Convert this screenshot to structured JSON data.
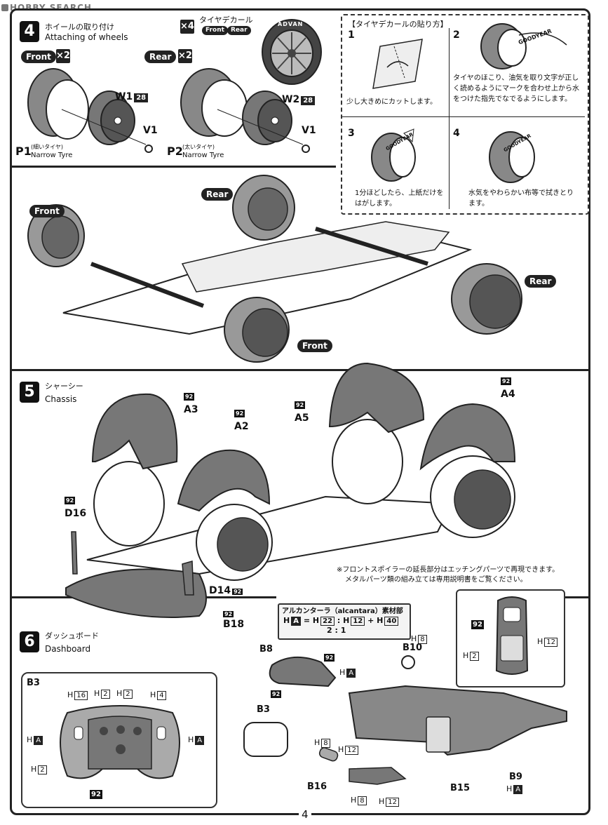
{
  "watermark": "HOBBY SEARCH",
  "page_number": "4",
  "step4": {
    "number": "4",
    "title_jp": "ホイールの取り付け",
    "title_en": "Attaching of wheels",
    "front_pill": "Front",
    "rear_pill": "Rear",
    "mult_front": "×2",
    "mult_rear": "×2",
    "w1": "W1",
    "w2": "W2",
    "tag28": "28",
    "v1": "V1",
    "p1": "P1",
    "p1_jp": "(細いタイヤ)",
    "p1_en": "Narrow Tyre",
    "p2": "P2",
    "p2_jp": "(太いタイヤ)",
    "p2_en": "Narrow Tyre",
    "decal_mult": "×4",
    "decal_title_jp": "タイヤデカール",
    "decal_front": "Front",
    "decal_rear": "Rear",
    "tire_text": "ADVAN",
    "assembly_rear": "Rear",
    "assembly_front": "Front",
    "assembly_rear2": "Rear",
    "assembly_front2": "Front"
  },
  "decal_guide": {
    "title": "【タイヤデカールの貼り方】",
    "steps": [
      {
        "n": "1",
        "text": "少し大きめにカットします。"
      },
      {
        "n": "2",
        "text": "タイヤのほこり、油気を取り文字が正しく読めるようにマークを合わせ上から水をつけた指先でなでるようにします。"
      },
      {
        "n": "3",
        "text": "1分ほどしたら、上紙だけをはがします。"
      },
      {
        "n": "4",
        "text": "水気をやわらかい布等で拭きとります。"
      }
    ],
    "brand": "GOODYEAR"
  },
  "step5": {
    "number": "5",
    "title_jp": "シャーシー",
    "title_en": "Chassis",
    "tag92": "92",
    "parts": {
      "a3": "A3",
      "a2": "A2",
      "a5": "A5",
      "a4": "A4",
      "d16": "D16",
      "d14": "D14",
      "b18": "B18"
    },
    "note1": "※フロントスポイラーの延長部分はエッチングパーツで再現できます。",
    "note2": "メタルパーツ類の組み立ては専用説明書をご覧ください。"
  },
  "step6": {
    "number": "6",
    "title_jp": "ダッシュボード",
    "title_en": "Dashboard",
    "alcantara_title": "アルカンターラ（alcantara）素材部",
    "formula_h": "H",
    "formula_a": "A",
    "formula_eq": "=",
    "formula_22": "22",
    "formula_12": "12",
    "formula_40": "40",
    "formula_colon": ":",
    "formula_plus": "+",
    "ratio": "2 : 1",
    "h": "H",
    "labels": {
      "h16": "16",
      "h2a": "2",
      "h2b": "2",
      "h4": "4",
      "ha_left": "A",
      "ha_right": "A",
      "h2_low": "2",
      "tag92": "92",
      "b3": "B3",
      "b3b": "B3",
      "b8": "B8",
      "b10": "B10",
      "h8_b10": "8",
      "ha_b8": "A",
      "h8": "8",
      "h12": "12",
      "h8b": "8",
      "h12b": "12",
      "b16": "B16",
      "b15": "B15",
      "b9": "B9",
      "ha_b9": "A",
      "inset_h12": "12",
      "inset_h2": "2"
    }
  }
}
